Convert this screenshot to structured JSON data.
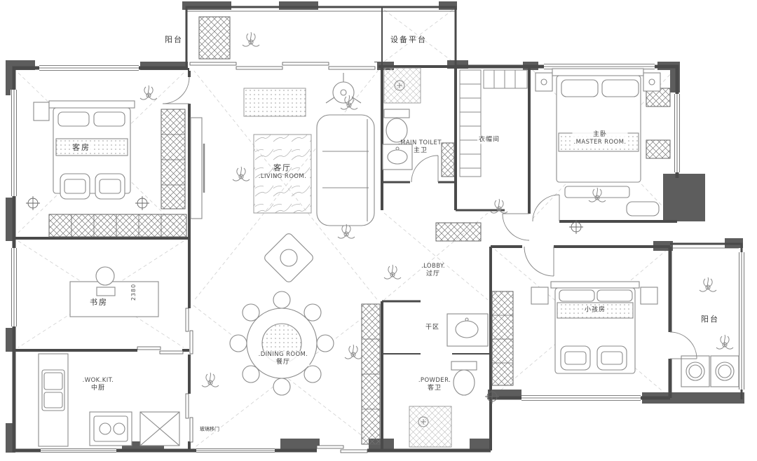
{
  "plan": {
    "labels": {
      "balcony_top": "阳台",
      "equipment_platform": "设备平台",
      "guest_room": "客房",
      "living_room_cn": "客厅",
      "living_room_en": ".LIVING ROOM.",
      "main_toilet_en": ".MAIN TOILET.",
      "main_toilet_cn": "主卫",
      "cloakroom": "衣帽间",
      "master_room_cn": "主卧",
      "master_room_en": ".MASTER ROOM.",
      "lobby_en": ".LOBBY.",
      "lobby_cn": "过厅",
      "study": "书房",
      "study_dimension": "2380",
      "kids_room": "小孩房",
      "balcony_right": "阳台",
      "dining_room_en": ".DINING ROOM.",
      "dining_room_cn": "餐厅",
      "dry_area": "干区",
      "powder_en": ".POWDER.",
      "powder_cn": "客卫",
      "wok_kitchen_en": ".WOK.KIT.",
      "wok_kitchen_cn": "中厨",
      "glass_door": "玻璃移门"
    },
    "colors": {
      "wall": "#5d5d5d",
      "wall_line": "#4a4a4a",
      "furniture_line": "#8a8a8a",
      "background": "#ffffff",
      "text": "#3a3a3a"
    }
  }
}
